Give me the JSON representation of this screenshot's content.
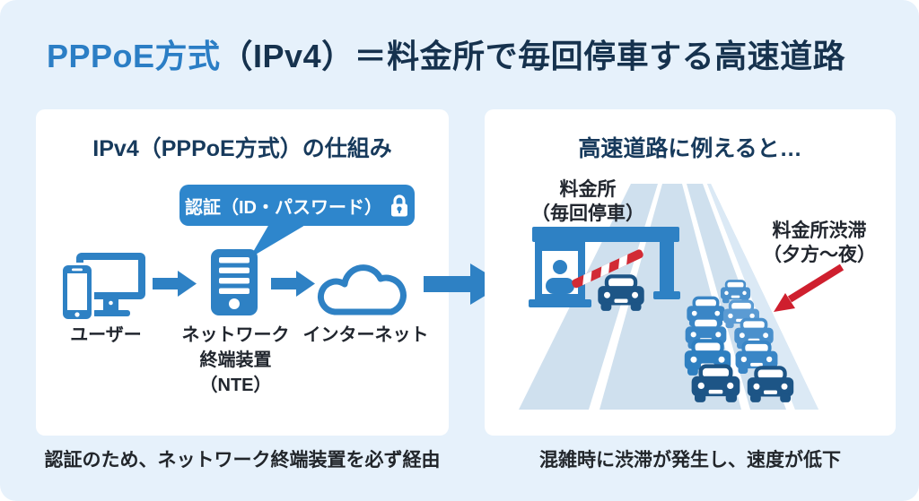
{
  "title": {
    "highlight": "PPPoE方式",
    "rest": "（IPv4）＝料金所で毎回停車する高速道路"
  },
  "left_panel": {
    "heading": "IPv4（PPPoE方式）の仕組み",
    "callout": {
      "label": "認証（ID・パスワード）"
    },
    "nodes": [
      {
        "label": "ユーザー"
      },
      {
        "lines": [
          "ネットワーク",
          "終端装置",
          "（NTE）"
        ]
      },
      {
        "label": "インターネット"
      }
    ]
  },
  "right_panel": {
    "heading": "高速道路に例えると…",
    "tollgate_label": [
      "料金所",
      "（毎回停車）"
    ],
    "jam_label": [
      "料金所渋滞",
      "（夕方～夜）"
    ]
  },
  "footnotes": {
    "left": "認証のため、ネットワーク終端装置を必ず経由",
    "right": "混雑時に渋滞が発生し、速度が低下"
  },
  "colors": {
    "background": "#e6f1fb",
    "panel": "#ffffff",
    "accent_blue": "#2e81c4",
    "title_blue": "#2b7ec5",
    "dark_navy": "#16324e",
    "callout_blue": "#2e86cc",
    "road": "#cfe0ee",
    "road_shoulder": "#dbe9f5",
    "car_dark": "#1d5586",
    "barrier_red": "#d22b35",
    "jam_arrow_red": "#cf1f2e"
  }
}
